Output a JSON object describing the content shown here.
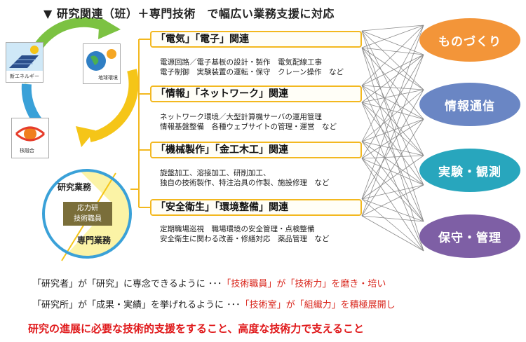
{
  "title": "▼ 研究関連（班）＋専門技術　で幅広い業務支援に対応",
  "cycle": {
    "labels": [
      "新エネルギー",
      "地球環境",
      "核融合"
    ]
  },
  "venn": {
    "research": "研究業務",
    "special": "専門業務",
    "center_line1": "応力研",
    "center_line2": "技術職員"
  },
  "categories": [
    {
      "title": "「電気」「電子」関連",
      "line1": "電源回路／電子基板の設計・製作　電気配線工事",
      "line2": "電子制御　実験装置の運転・保守　クレーン操作　など"
    },
    {
      "title": "「情報」「ネットワーク」関連",
      "line1": "ネットワーク環境／大型計算機サーバの運用管理",
      "line2": "情報基盤整備　各種ウェブサイトの管理・運営　など"
    },
    {
      "title": "「機械製作」「金工木工」関連",
      "line1": "旋盤加工、溶接加工、研削加工、",
      "line2": "独自の技術製作、特注治具の作製、施設修理　など"
    },
    {
      "title": "「安全衛生」「環境整備」関連",
      "line1": "定期職場巡視　職場環境の安全管理・点検整備",
      "line2": "安全衛生に関わる改善・修繕対応　薬品管理　など"
    }
  ],
  "fields": [
    {
      "label": "ものづくり",
      "color": "#f39539"
    },
    {
      "label": "情報通信",
      "color": "#6a86c4"
    },
    {
      "label": "実験・観測",
      "color": "#28a6bd"
    },
    {
      "label": "保守・管理",
      "color": "#7e5fa5"
    }
  ],
  "notes": {
    "n1_a": "「研究者」が「研究」に専念できるように ･･･",
    "n1_b": "「技術職員」が「技術力」を磨き・培い",
    "n2_a": "「研究所」が「成果・実績」を挙げれるように ･･･",
    "n2_b": "「技術室」が「組織力」を積極展開し"
  },
  "conclusion": "研究の進展に必要な技術的支援をすること、高度な技術力で支えること"
}
